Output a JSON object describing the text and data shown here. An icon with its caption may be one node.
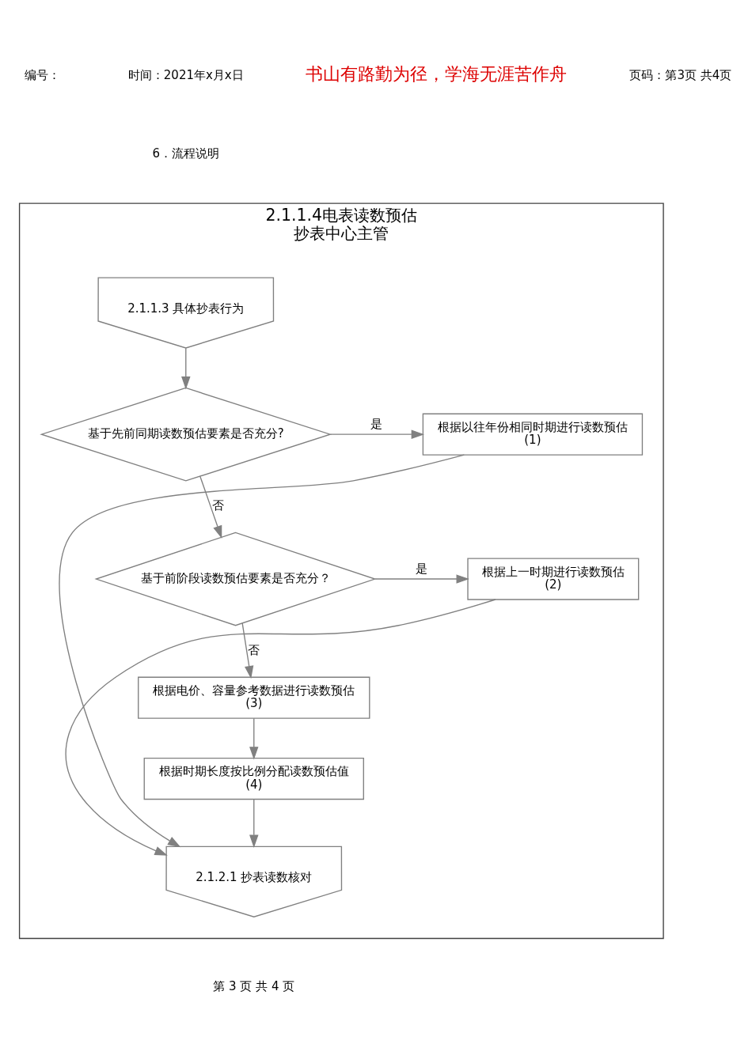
{
  "diagram": {
    "nodes": [
      {
        "text": [
          "2.1.1.4电表读数预估",
          "抄表中心主管"
        ]
      },
      {
        "text": [
          "2.1.1.3 具体抄表行为"
        ],
        "in": 0
      },
      {
        "text": [
          "基于先前同期读数预估要素是否充分?"
        ],
        "in": 0
      },
      {
        "text": [
          "根据以往年份相同时期进行读数预估",
          "(1)"
        ],
        "in": 0
      },
      {
        "text": [
          "基于前阶段读数预估要素是否充分？"
        ],
        "in": 0
      },
      {
        "text": [
          "根据上一时期进行读数预估",
          "(2)"
        ],
        "in": 0
      },
      {
        "text": [
          "根据电价、容量参考数据进行读数预估",
          "(3)"
        ],
        "in": 0
      },
      {
        "text": [
          "根据时期长度按比例分配读数预估值",
          "(4)"
        ],
        "in": 0
      },
      {
        "text": [
          "2.1.2.1 抄表读数核对"
        ],
        "in": 0
      }
    ],
    "edges": [
      {
        "from": 1,
        "to": 2,
        "arrow": "to"
      },
      {
        "from": 2,
        "to": 3,
        "arrow": "to",
        "label": "是"
      },
      {
        "from": 2,
        "to": 4,
        "arrow": "to",
        "label": "否"
      },
      {
        "from": 4,
        "to": 5,
        "arrow": "to",
        "label": "是"
      },
      {
        "from": 4,
        "to": 6,
        "arrow": "to",
        "label": "否"
      },
      {
        "from": 6,
        "to": 7,
        "arrow": "to"
      },
      {
        "from": 7,
        "to": 8,
        "arrow": "to"
      },
      {
        "from": 3,
        "to": 8,
        "arrow": "to"
      },
      {
        "from": 5,
        "to": 8,
        "arrow": "to"
      }
    ],
    "labels": [
      "编号：",
      "时间：2021年x月x日",
      "书山有路勤为径，学海无涯苦作舟",
      "页码：第3页 共4页",
      "6．流程说明",
      "第 3 页 共 4 页"
    ]
  }
}
